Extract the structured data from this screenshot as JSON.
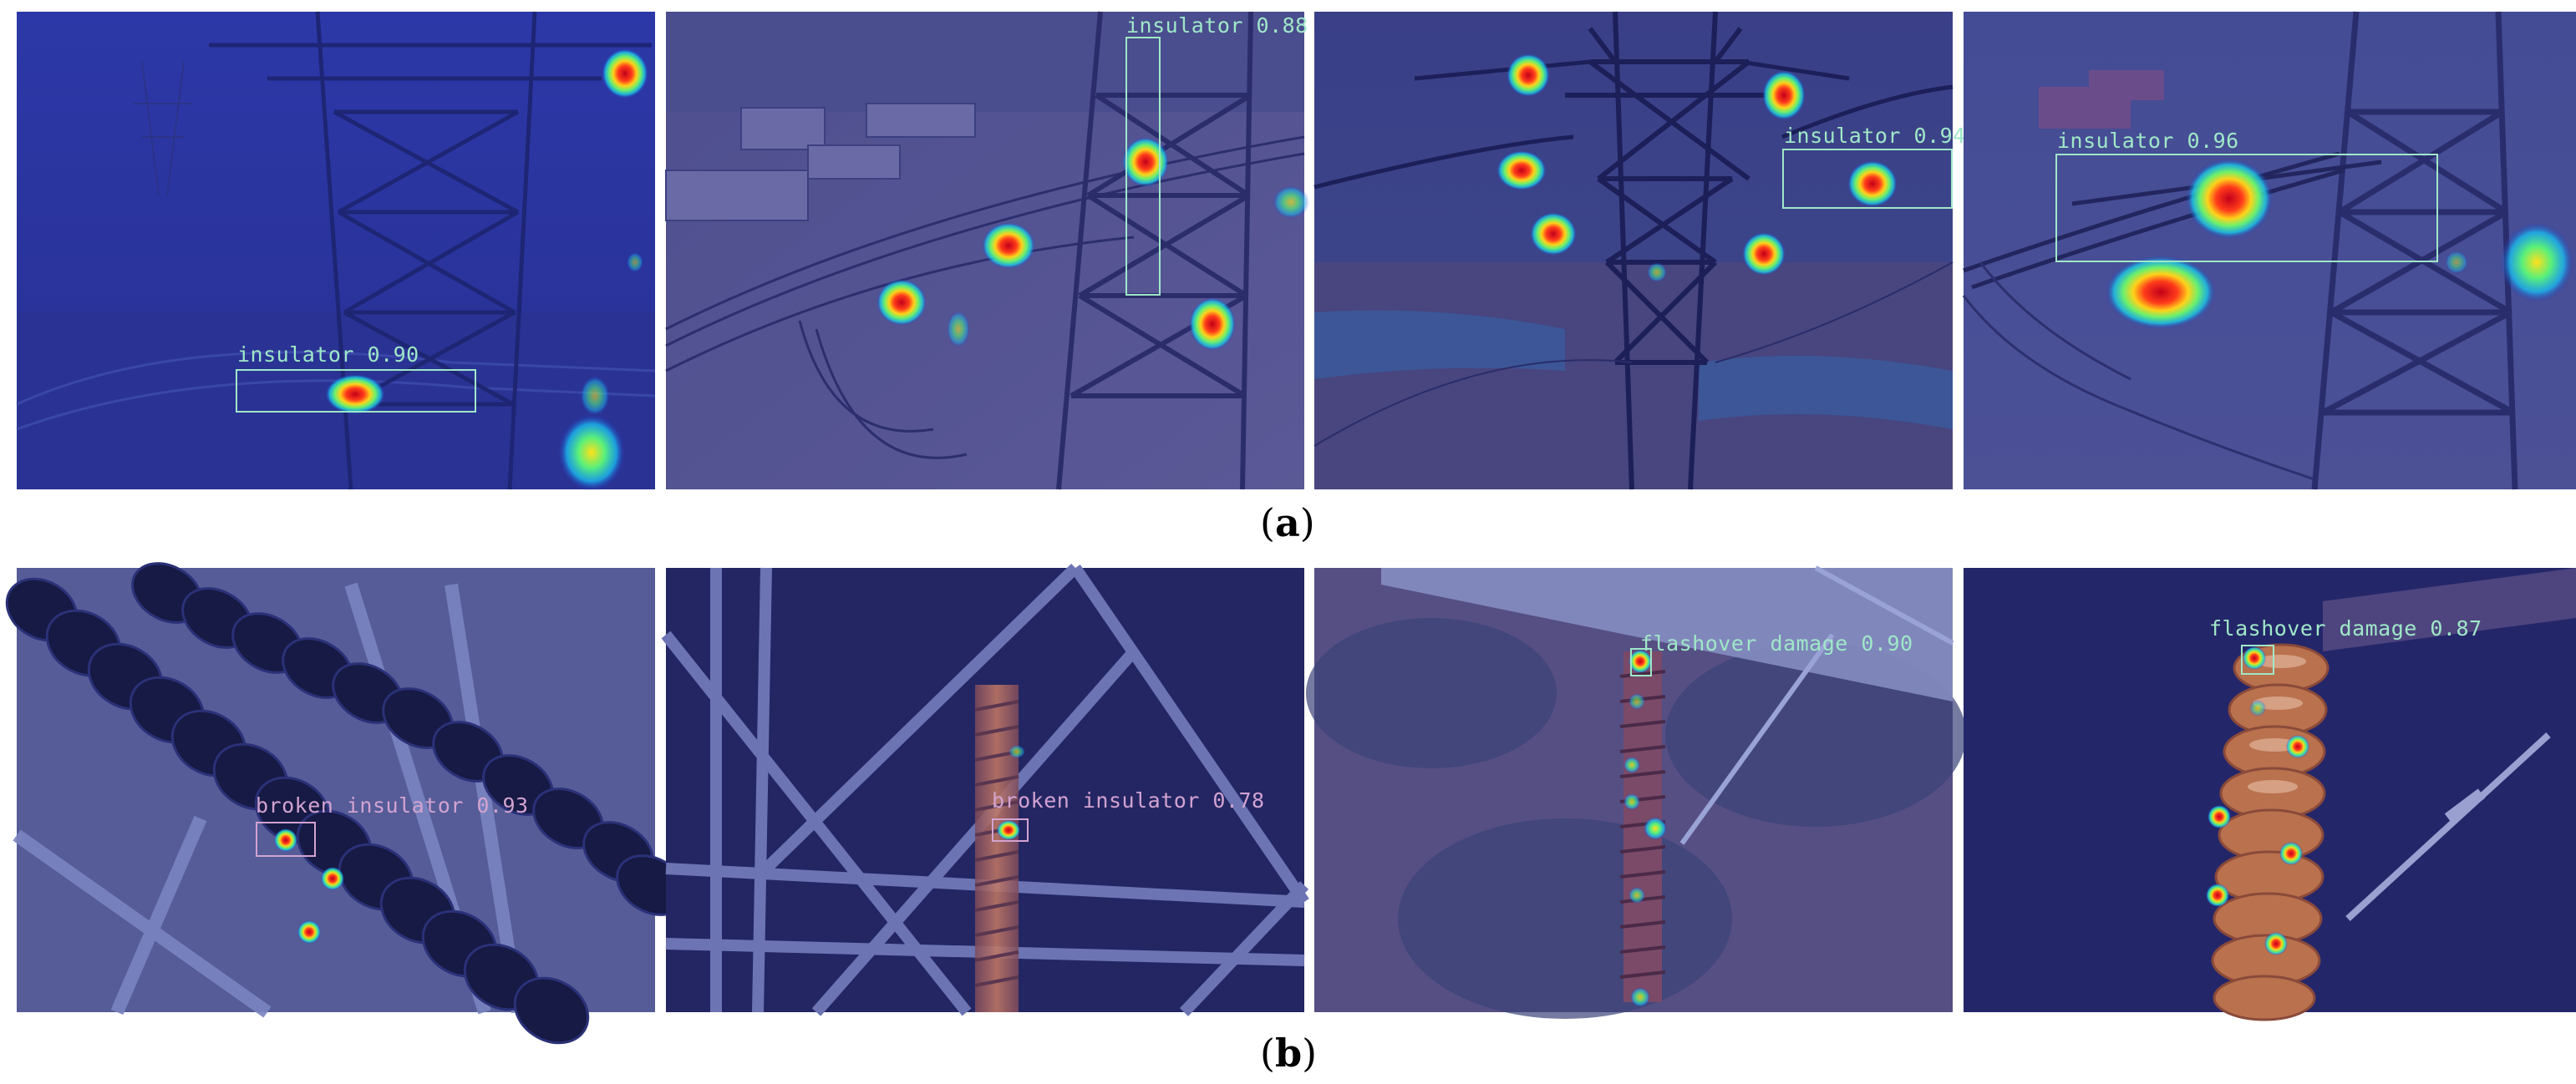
{
  "figure": {
    "row_a": {
      "caption_open": "(",
      "caption_letter": "a",
      "caption_close": ")",
      "panels": [
        {
          "detection": "insulator 0.90"
        },
        {
          "detection": "insulator 0.88"
        },
        {
          "detection": "insulator 0.94"
        },
        {
          "detection": "insulator 0.96"
        }
      ]
    },
    "row_b": {
      "caption_open": "(",
      "caption_letter": "b",
      "caption_close": ")",
      "panels": [
        {
          "detection": "broken insulator 0.93"
        },
        {
          "detection": "broken insulator 0.78"
        },
        {
          "detection": "flashover damage 0.90"
        },
        {
          "detection": "flashover damage 0.87"
        }
      ]
    }
  },
  "colors": {
    "overlay": "#2a2f7a",
    "box_green": "#9fe8c8",
    "box_pink": "#d3a3d0",
    "heat_core": "#d7191c",
    "heat_mid": "#fdae61",
    "heat_outer": "#1a9641"
  }
}
